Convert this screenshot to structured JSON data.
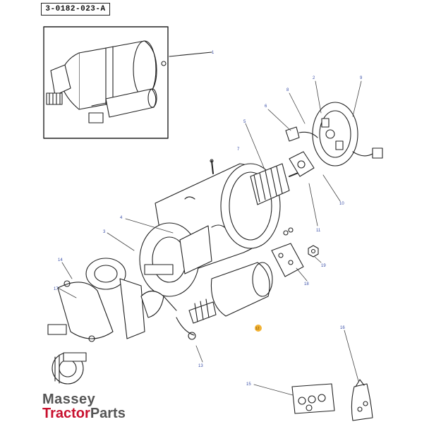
{
  "reference_code": "3-0182-023-A",
  "callouts": [
    {
      "id": "c1",
      "text": "1"
    },
    {
      "id": "c2",
      "text": "2"
    },
    {
      "id": "c3",
      "text": "3"
    },
    {
      "id": "c4",
      "text": "4"
    },
    {
      "id": "c5",
      "text": "5"
    },
    {
      "id": "c6",
      "text": "6"
    },
    {
      "id": "c7",
      "text": "7"
    },
    {
      "id": "c8",
      "text": "8"
    },
    {
      "id": "c9",
      "text": "9"
    },
    {
      "id": "c10",
      "text": "10"
    },
    {
      "id": "c11",
      "text": "11"
    },
    {
      "id": "c12",
      "text": "12"
    },
    {
      "id": "c13",
      "text": "13"
    },
    {
      "id": "c14",
      "text": "14"
    },
    {
      "id": "c15",
      "text": "15"
    },
    {
      "id": "c16",
      "text": "16"
    },
    {
      "id": "c17",
      "text": "17"
    },
    {
      "id": "c18",
      "text": "18"
    },
    {
      "id": "c19",
      "text": "19"
    }
  ],
  "watermark": {
    "line1": "Massey",
    "line2_a": "Tractor",
    "line2_b": "Parts"
  },
  "colors": {
    "ink": "#222222",
    "callout_blue": "#3a4fa8",
    "highlight": "#f2b233",
    "brand_red": "#c8102e"
  }
}
